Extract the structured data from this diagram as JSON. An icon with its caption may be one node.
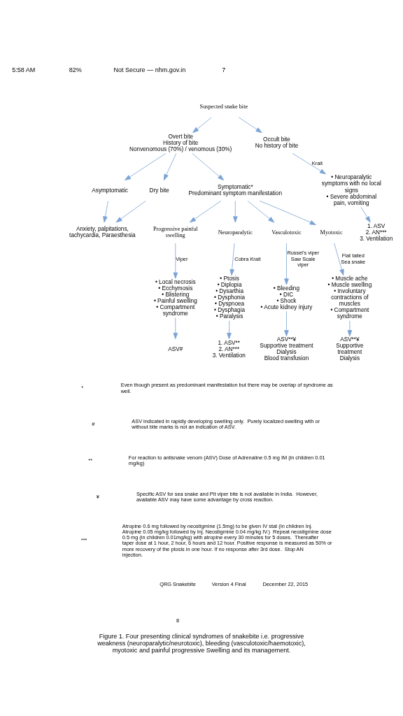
{
  "diagram": {
    "caption": "Figure 1. Four presenting clinical syndromes of snakebite i.e. progressive weakness (neuroparalytic/neurotoxic), bleeding (vasculotoxic/haemotoxic), myotoxic and painful progressive Swelling and its management.",
    "nodes": [
      {
        "text": [
          "Suspected snake bite"
        ]
      },
      {
        "text": [
          "Overt bite",
          "History of bite",
          "Nonvenomous (70%) / venomous (30%)"
        ]
      },
      {
        "text": [
          "Occult bite",
          "No history of bite"
        ]
      },
      {
        "text": [
          "• Neuroparalytic symptoms with no local signs",
          "• Severe abdominal pain, vomiting"
        ]
      },
      {
        "text": [
          "1. ASV",
          "2. AN***",
          "3. Ventilation"
        ]
      },
      {
        "text": [
          "Asymptomatic"
        ]
      },
      {
        "text": [
          "Dry bite"
        ]
      },
      {
        "text": [
          "Symptomatic*",
          "Predominant symptom manifestation"
        ]
      },
      {
        "text": [
          "Anxiety, palpitations, tachycardia, Paraesthesia"
        ]
      },
      {
        "text": [
          "Progressive painful swelling"
        ]
      },
      {
        "text": [
          "Neuroparalytic"
        ]
      },
      {
        "text": [
          "Vasculotoxic"
        ]
      },
      {
        "text": [
          "Myotoxic"
        ]
      },
      {
        "text": [
          "• Local necrosis",
          "• Ecchymosis",
          "• Blistering",
          "• Painful swelling",
          "• Compartment syndrome"
        ]
      },
      {
        "text": [
          "• Ptosis",
          "• Diplopia",
          "• Dysarthia",
          "• Dysphonia",
          "• Dyspnoea",
          "• Dysphagia",
          "• Paralysis"
        ]
      },
      {
        "text": [
          "• Bleeding",
          "• DIC",
          "• Shock",
          "• Acute kidney injury"
        ]
      },
      {
        "text": [
          "• Muscle ache",
          "• Muscle swelling",
          "• Involuntary contractions of muscles",
          "• Compartment syndrome"
        ]
      },
      {
        "text": [
          "ASV#"
        ]
      },
      {
        "text": [
          "1. ASV**",
          "2. AN***",
          "3. Ventilation"
        ]
      },
      {
        "text": [
          "ASV**¥",
          "Supportive treatment",
          "Dialysis",
          "Blood transfusion"
        ]
      },
      {
        "text": [
          "ASV**¥",
          "Supportive treatment",
          "Dialysis"
        ]
      }
    ],
    "edges": [
      {
        "from": 0,
        "to": 1,
        "arrow": "to"
      },
      {
        "from": 0,
        "to": 2,
        "arrow": "to"
      },
      {
        "from": 2,
        "to": 3,
        "arrow": "to",
        "label": "Krait"
      },
      {
        "from": 3,
        "to": 4,
        "arrow": "to"
      },
      {
        "from": 1,
        "to": 5,
        "arrow": "to"
      },
      {
        "from": 1,
        "to": 6,
        "arrow": "to"
      },
      {
        "from": 1,
        "to": 7,
        "arrow": "to"
      },
      {
        "from": 5,
        "to": 8,
        "arrow": "to"
      },
      {
        "from": 6,
        "to": 8,
        "arrow": "to"
      },
      {
        "from": 7,
        "to": 9,
        "arrow": "to"
      },
      {
        "from": 7,
        "to": 10,
        "arrow": "to"
      },
      {
        "from": 7,
        "to": 11,
        "arrow": "to"
      },
      {
        "from": 7,
        "to": 12,
        "arrow": "to"
      },
      {
        "from": 9,
        "to": 13,
        "arrow": "to",
        "label": "Viper"
      },
      {
        "from": 10,
        "to": 14,
        "arrow": "to",
        "label": "Cobra Krait"
      },
      {
        "from": 11,
        "to": 15,
        "arrow": "to",
        "label": "Russel's viper Saw Scale viper"
      },
      {
        "from": 12,
        "to": 16,
        "arrow": "to",
        "label": "Flat tailed Sea snake"
      },
      {
        "from": 13,
        "to": 17,
        "arrow": "to"
      },
      {
        "from": 14,
        "to": 18,
        "arrow": "to"
      },
      {
        "from": 15,
        "to": 19,
        "arrow": "to"
      },
      {
        "from": 16,
        "to": 20,
        "arrow": "to"
      }
    ],
    "labels": [
      "5:58 AM",
      "82%",
      "Not Secure — nhm.gov.in",
      "7",
      "*",
      "Even though present as predominant manifestation but there may be overlap of syndrome as well.",
      "#",
      "ASV indicated in rapidly developing swelling only.  Purely localized swelling with or without bite marks is not an indication of ASV.",
      "**",
      "For reaction to antisnake venom (ASV) Dose of Adrenaline 0.5 mg IM (in children 0.01 mg/kg)",
      "¥",
      "Specific ASV for sea snake and Pit viper bite is not available in India.  However, available ASV may have some advantage by cross reaction.",
      "***",
      "Atropine 0.6 mg followed by neostigmine (1.5mg) to be given IV stat (In children Inj. Atropine 0.05 mg/kg followed by Inj. Neostigmine 0.04 mg/kg IV.)  Repeat neostigmine dose 0.5 mg (in children 0.01mg/kg) with atropine every 30 minutes for 5 doses.  Thereafter taper dose at 1 hour, 2 hour, 6 hours and 12 hour. Positive response is measured as 50% or more recovery of the ptosis in one hour. If no response after 3rd dose.  Stop AN injection.",
      "QRG Snakebite",
      "Version 4 Final",
      "December 22, 2015",
      "8"
    ]
  }
}
